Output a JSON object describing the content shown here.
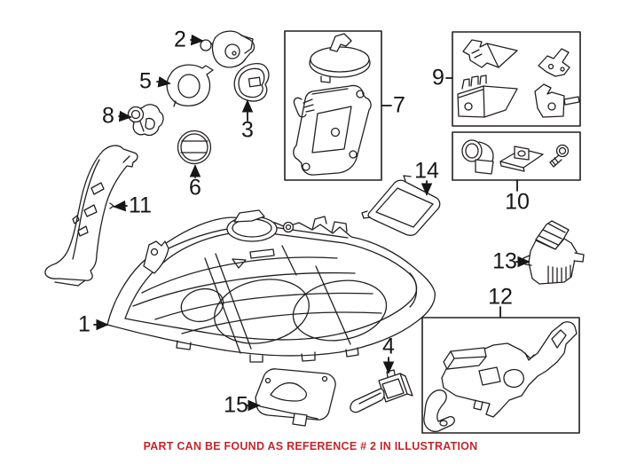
{
  "illustration": {
    "background": "#ffffff",
    "line_color": "#231f20",
    "note": {
      "text": "PART CAN BE FOUND AS REFERENCE # 2 IN ILLUSTRATION",
      "color": "#c1272d"
    },
    "callouts": [
      {
        "ref": "1"
      },
      {
        "ref": "2"
      },
      {
        "ref": "3"
      },
      {
        "ref": "4"
      },
      {
        "ref": "5"
      },
      {
        "ref": "6"
      },
      {
        "ref": "7"
      },
      {
        "ref": "8"
      },
      {
        "ref": "9"
      },
      {
        "ref": "10"
      },
      {
        "ref": "11"
      },
      {
        "ref": "12"
      },
      {
        "ref": "13"
      },
      {
        "ref": "14"
      },
      {
        "ref": "15"
      }
    ]
  }
}
